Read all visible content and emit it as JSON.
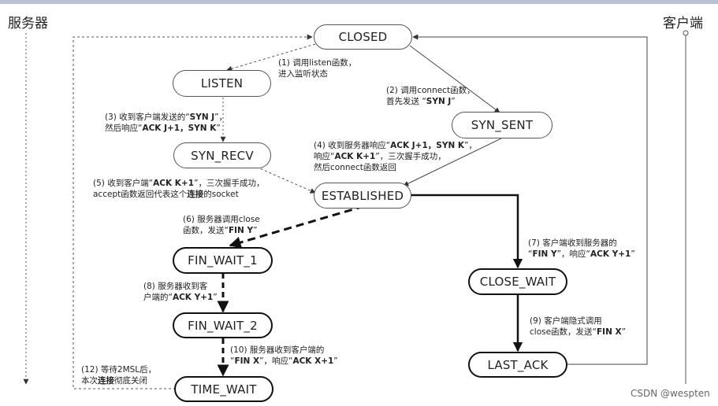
{
  "sides": {
    "server": "服务器",
    "client": "客户端"
  },
  "states": {
    "closed": "CLOSED",
    "listen": "LISTEN",
    "syn_sent": "SYN_SENT",
    "syn_recv": "SYN_RECV",
    "established": "ESTABLISHED",
    "fin_wait_1": "FIN_WAIT_1",
    "close_wait": "CLOSE_WAIT",
    "fin_wait_2": "FIN_WAIT_2",
    "last_ack": "LAST_ACK",
    "time_wait": "TIME_WAIT"
  },
  "notes": {
    "n1": {
      "l1": "(1) 调用listen函数，",
      "l2": "进入监听状态"
    },
    "n2": {
      "l1": "(2) 调用connect函数，",
      "l2a": "首先发送 “",
      "l2b": "SYN J",
      "l2c": "”"
    },
    "n3": {
      "l1a": "(3) 收到客户端发送的“",
      "l1b": "SYN J",
      "l1c": "”，",
      "l2a": "然后响应“",
      "l2b": "ACK J+1，SYN K",
      "l2c": "”"
    },
    "n4": {
      "l1a": "(4) 收到服务器响应“",
      "l1b": "ACK J+1，SYN K",
      "l1c": "”，",
      "l2a": "响应“",
      "l2b": "ACK K+1",
      "l2c": "”，三次握手成功，",
      "l3": "然后connect函数返回"
    },
    "n5": {
      "l1a": "(5) 收到客户端“",
      "l1b": "ACK K+1",
      "l1c": "”，三次握手成功，",
      "l2a": "accept函数返回代表这个",
      "l2b": "连接",
      "l2c": "的socket"
    },
    "n6": {
      "l1": "(6) 服务器调用close",
      "l2a": "函数，发送“",
      "l2b": "FIN Y",
      "l2c": "”"
    },
    "n7": {
      "l1": "(7) 客户端收到服务器的",
      "l2a": "“",
      "l2b": "FIN Y",
      "l2c": "”，响应“",
      "l2d": "ACK Y+1",
      "l2e": "”"
    },
    "n8": {
      "l1": "(8) 服务器收到客",
      "l2a": "户端的“",
      "l2b": "ACK Y+1",
      "l2c": "”"
    },
    "n9": {
      "l1": "(9) 客户端隐式调用",
      "l2a": "close函数，发送“",
      "l2b": "FIN X",
      "l2c": "”"
    },
    "n10": {
      "l1": "(10) 服务器收到客户端的",
      "l2a": "“",
      "l2b": "FIN X",
      "l2c": "”，响应“",
      "l2d": "ACK X+1",
      "l2e": "”"
    },
    "n12": {
      "l1": "(12) 等待2MSL后，",
      "l2a": "本次",
      "l2b": "连接",
      "l2c": "彻底关闭"
    }
  },
  "watermark": "CSDN @wespten"
}
